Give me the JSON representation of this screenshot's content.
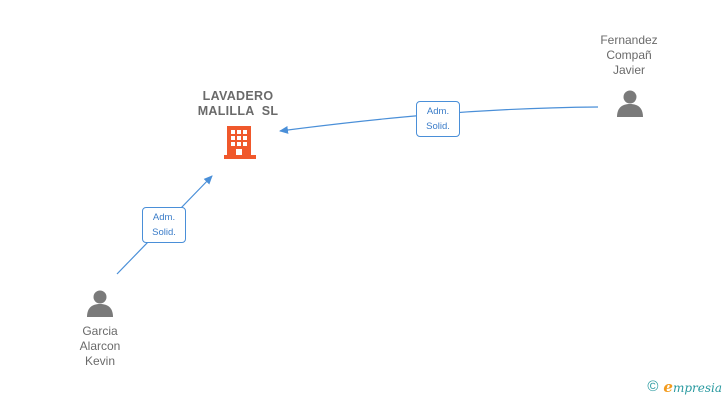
{
  "company": {
    "name_line1": "LAVADERO",
    "name_line2": "MALILLA  SL",
    "icon": "building-icon",
    "color": "#f0582b"
  },
  "persons": [
    {
      "id": "fernandez",
      "name_lines": [
        "Fernandez",
        "Compañ",
        "Javier"
      ],
      "icon": "person-icon"
    },
    {
      "id": "garcia",
      "name_lines": [
        "Garcia",
        "Alarcon",
        "Kevin"
      ],
      "icon": "person-icon"
    }
  ],
  "edges": [
    {
      "from": "fernandez",
      "to": "company",
      "label_line1": "Adm.",
      "label_line2": "Solid."
    },
    {
      "from": "garcia",
      "to": "company",
      "label_line1": "Adm.",
      "label_line2": "Solid."
    }
  ],
  "colors": {
    "edge": "#4a8fd8",
    "person_icon": "#7a7a7a",
    "text": "#6a6a6a"
  },
  "brand": {
    "copyright_symbol": "©",
    "name_initial": "e",
    "name_rest": "mpresia"
  }
}
